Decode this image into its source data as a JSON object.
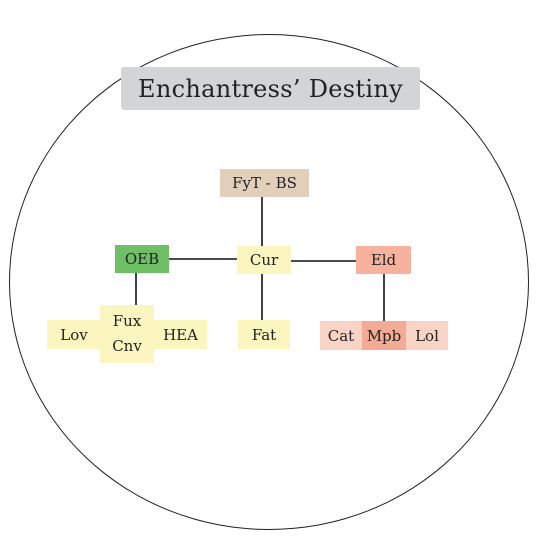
{
  "title": "Enchantress’ Destiny",
  "colors": {
    "title_bg": "#d3d4d6",
    "brown": "#e2cfbb",
    "green": "#6fbf67",
    "yellow": "#fbf6bf",
    "salmon": "#f6b29d",
    "salmon_light": "#f9d3c6",
    "salmon_mid": "#f3ab95",
    "line": "#111111"
  },
  "nodes": {
    "fyt_bs": "FyT - BS",
    "oeb": "OEB",
    "cur": "Cur",
    "eld": "Eld",
    "lov": "Lov",
    "fux": "Fux",
    "cnv": "Cnv",
    "hea": "HEA",
    "fat": "Fat",
    "cat": "Cat",
    "mpb": "Mpb",
    "lol": "Lol"
  }
}
